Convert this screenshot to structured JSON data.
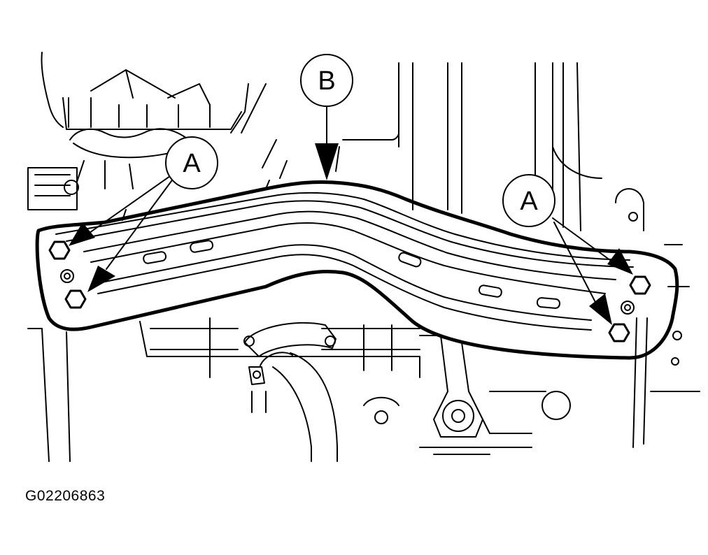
{
  "callouts": {
    "a_left": "A",
    "a_right": "A",
    "b": "B"
  },
  "figure_id": "G02206863"
}
